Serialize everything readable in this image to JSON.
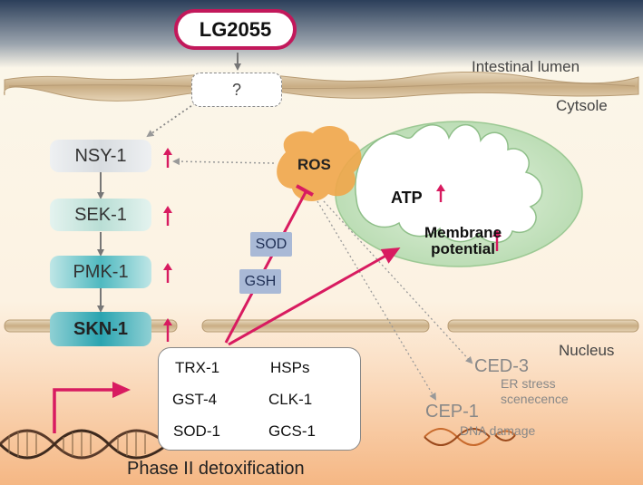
{
  "title": "LG2055",
  "unknown_mark": "?",
  "regions": {
    "lumen": "Intestinal lumen",
    "cytosol": "Cytsole",
    "nucleus": "Nucleus"
  },
  "pathway": [
    "NSY-1",
    "SEK-1",
    "PMK-1",
    "SKN-1"
  ],
  "ros": "ROS",
  "mitochondria": {
    "atp": "ATP",
    "membrane_line1": "Membrane",
    "membrane_line2": "potential"
  },
  "antioxidants": [
    "SOD",
    "GSH"
  ],
  "genes": {
    "col1": [
      "TRX-1",
      "GST-4",
      "SOD-1"
    ],
    "col2": [
      "HSPs",
      "CLK-1",
      "GCS-1"
    ]
  },
  "ced3": {
    "name": "CED-3",
    "line1": "ER stress",
    "line2": "scenecence"
  },
  "cep1": {
    "name": "CEP-1",
    "caption": "DNA damage"
  },
  "phase2": "Phase II detoxification",
  "colors": {
    "accent": "#d81b60",
    "lg_border": "#c2185b",
    "ros": "#f0a64a",
    "mito": "#b7dcb0"
  }
}
